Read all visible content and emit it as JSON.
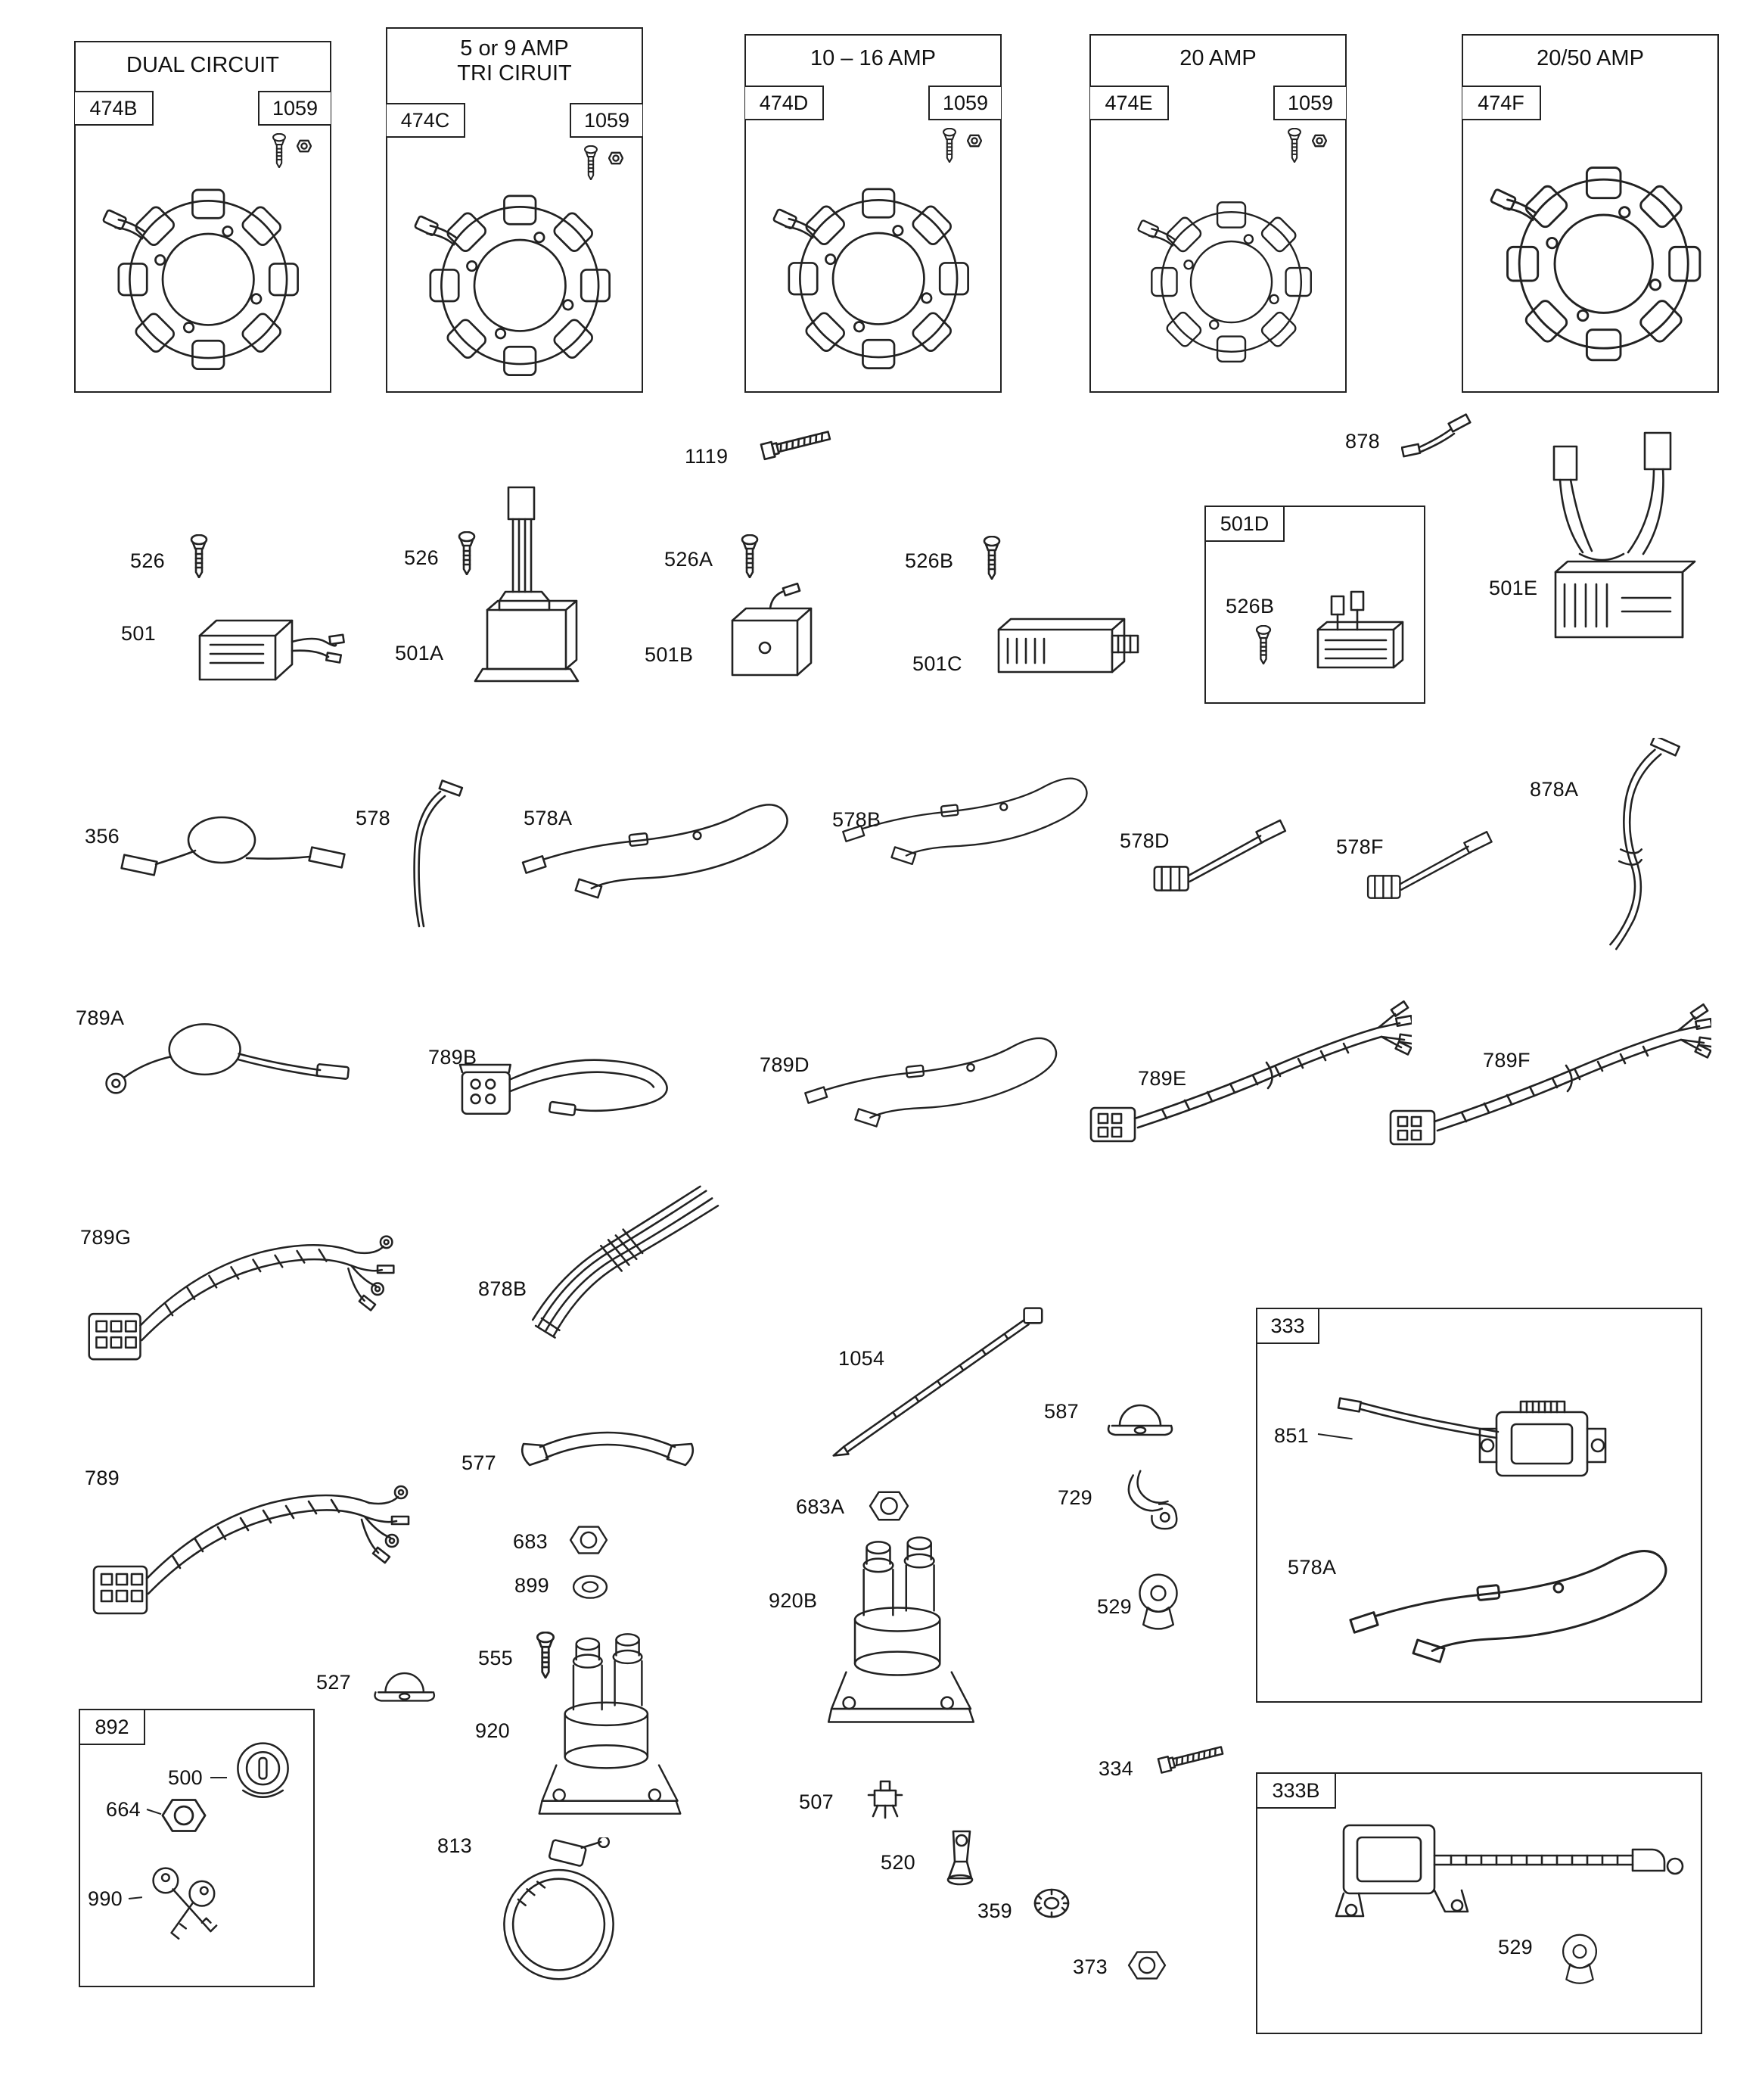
{
  "diagram": {
    "background": "#ffffff",
    "line_color": "#222222"
  },
  "alternator_panels": [
    {
      "title_lines": [
        "DUAL CIRCUIT"
      ],
      "part_tag": "474B",
      "hardware_tag": "1059"
    },
    {
      "title_lines": [
        "5 or 9 AMP",
        "TRI CIRUIT"
      ],
      "part_tag": "474C",
      "hardware_tag": "1059"
    },
    {
      "title_lines": [
        "10 – 16 AMP"
      ],
      "part_tag": "474D",
      "hardware_tag": "1059"
    },
    {
      "title_lines": [
        "20 AMP"
      ],
      "part_tag": "474E",
      "hardware_tag": "1059"
    },
    {
      "title_lines": [
        "20/50 AMP"
      ],
      "part_tag": "474F"
    }
  ],
  "group_boxes": {
    "box_501d": "501D",
    "box_333": "333",
    "box_892": "892",
    "box_333b": "333B"
  },
  "labels": {
    "p1119": "1119",
    "p878": "878",
    "p526_1": "526",
    "p501": "501",
    "p526_2": "526",
    "p501a": "501A",
    "p526a": "526A",
    "p501b": "501B",
    "p526b_1": "526B",
    "p501c": "501C",
    "p526b_2": "526B",
    "p501e": "501E",
    "p356": "356",
    "p578": "578",
    "p578a_1": "578A",
    "p578b": "578B",
    "p578d": "578D",
    "p578f": "578F",
    "p878a": "878A",
    "p789a": "789A",
    "p789b": "789B",
    "p789d": "789D",
    "p789e": "789E",
    "p789f": "789F",
    "p789g": "789G",
    "p878b": "878B",
    "p1054": "1054",
    "p587": "587",
    "p683a": "683A",
    "p729": "729",
    "p851": "851",
    "p578a_2": "578A",
    "p789": "789",
    "p577": "577",
    "p683": "683",
    "p899": "899",
    "p920b": "920B",
    "p529_1": "529",
    "p555": "555",
    "p920": "920",
    "p527": "527",
    "p500": "500",
    "p664": "664",
    "p990": "990",
    "p813": "813",
    "p334": "334",
    "p507": "507",
    "p520": "520",
    "p359": "359",
    "p373": "373",
    "p529_2": "529"
  }
}
